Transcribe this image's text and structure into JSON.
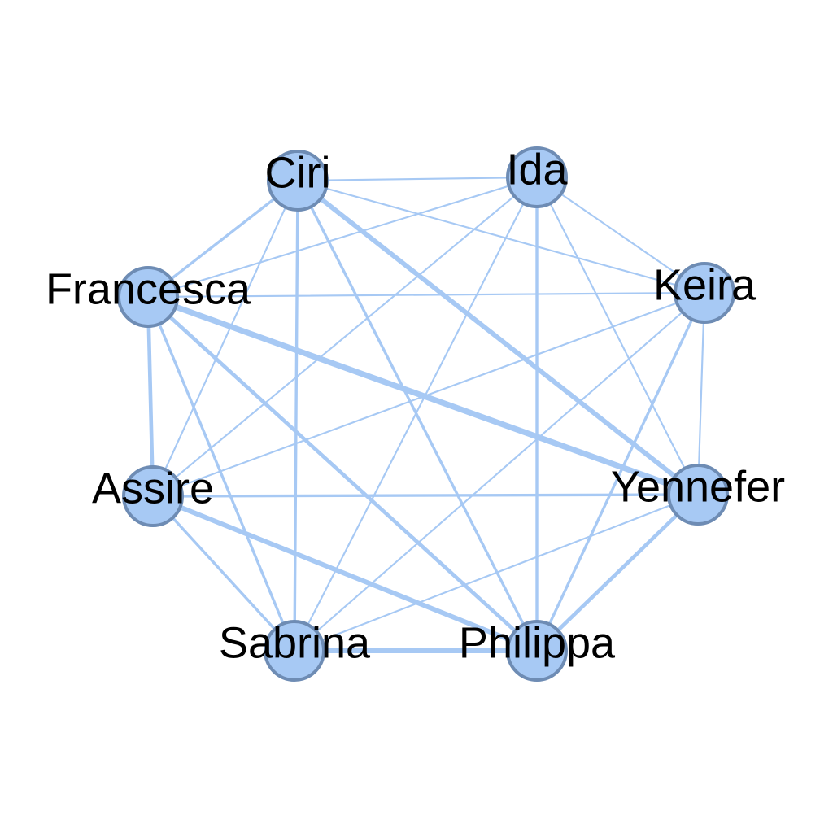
{
  "graph": {
    "colors": {
      "edge": "#a7c9f4",
      "node_fill": "#a7c9f4",
      "node_stroke": "#6e8cb4",
      "label": "#000000"
    },
    "nodes": [
      {
        "id": "ciri",
        "label": "Ciri"
      },
      {
        "id": "ida",
        "label": "Ida"
      },
      {
        "id": "keira",
        "label": "Keira"
      },
      {
        "id": "yennefer",
        "label": "Yennefer"
      },
      {
        "id": "philippa",
        "label": "Philippa"
      },
      {
        "id": "sabrina",
        "label": "Sabrina"
      },
      {
        "id": "assire",
        "label": "Assire"
      },
      {
        "id": "francesca",
        "label": "Francesca"
      }
    ],
    "edges": [
      {
        "source": "ciri",
        "target": "ida",
        "weight": 1
      },
      {
        "source": "ciri",
        "target": "keira",
        "weight": 1
      },
      {
        "source": "ciri",
        "target": "yennefer",
        "weight": 4
      },
      {
        "source": "ciri",
        "target": "philippa",
        "weight": 2
      },
      {
        "source": "ciri",
        "target": "sabrina",
        "weight": 2
      },
      {
        "source": "ciri",
        "target": "assire",
        "weight": 1
      },
      {
        "source": "ciri",
        "target": "francesca",
        "weight": 2
      },
      {
        "source": "ida",
        "target": "keira",
        "weight": 1
      },
      {
        "source": "ida",
        "target": "yennefer",
        "weight": 1
      },
      {
        "source": "ida",
        "target": "philippa",
        "weight": 2
      },
      {
        "source": "ida",
        "target": "sabrina",
        "weight": 1
      },
      {
        "source": "ida",
        "target": "assire",
        "weight": 1
      },
      {
        "source": "ida",
        "target": "francesca",
        "weight": 1
      },
      {
        "source": "keira",
        "target": "yennefer",
        "weight": 1
      },
      {
        "source": "keira",
        "target": "philippa",
        "weight": 2
      },
      {
        "source": "keira",
        "target": "sabrina",
        "weight": 1
      },
      {
        "source": "keira",
        "target": "assire",
        "weight": 1
      },
      {
        "source": "keira",
        "target": "francesca",
        "weight": 1
      },
      {
        "source": "yennefer",
        "target": "philippa",
        "weight": 3
      },
      {
        "source": "yennefer",
        "target": "sabrina",
        "weight": 1
      },
      {
        "source": "yennefer",
        "target": "assire",
        "weight": 2
      },
      {
        "source": "yennefer",
        "target": "francesca",
        "weight": 5
      },
      {
        "source": "philippa",
        "target": "sabrina",
        "weight": 4
      },
      {
        "source": "philippa",
        "target": "assire",
        "weight": 4
      },
      {
        "source": "philippa",
        "target": "francesca",
        "weight": 3
      },
      {
        "source": "sabrina",
        "target": "assire",
        "weight": 2
      },
      {
        "source": "sabrina",
        "target": "francesca",
        "weight": 2
      },
      {
        "source": "assire",
        "target": "francesca",
        "weight": 3
      }
    ]
  }
}
